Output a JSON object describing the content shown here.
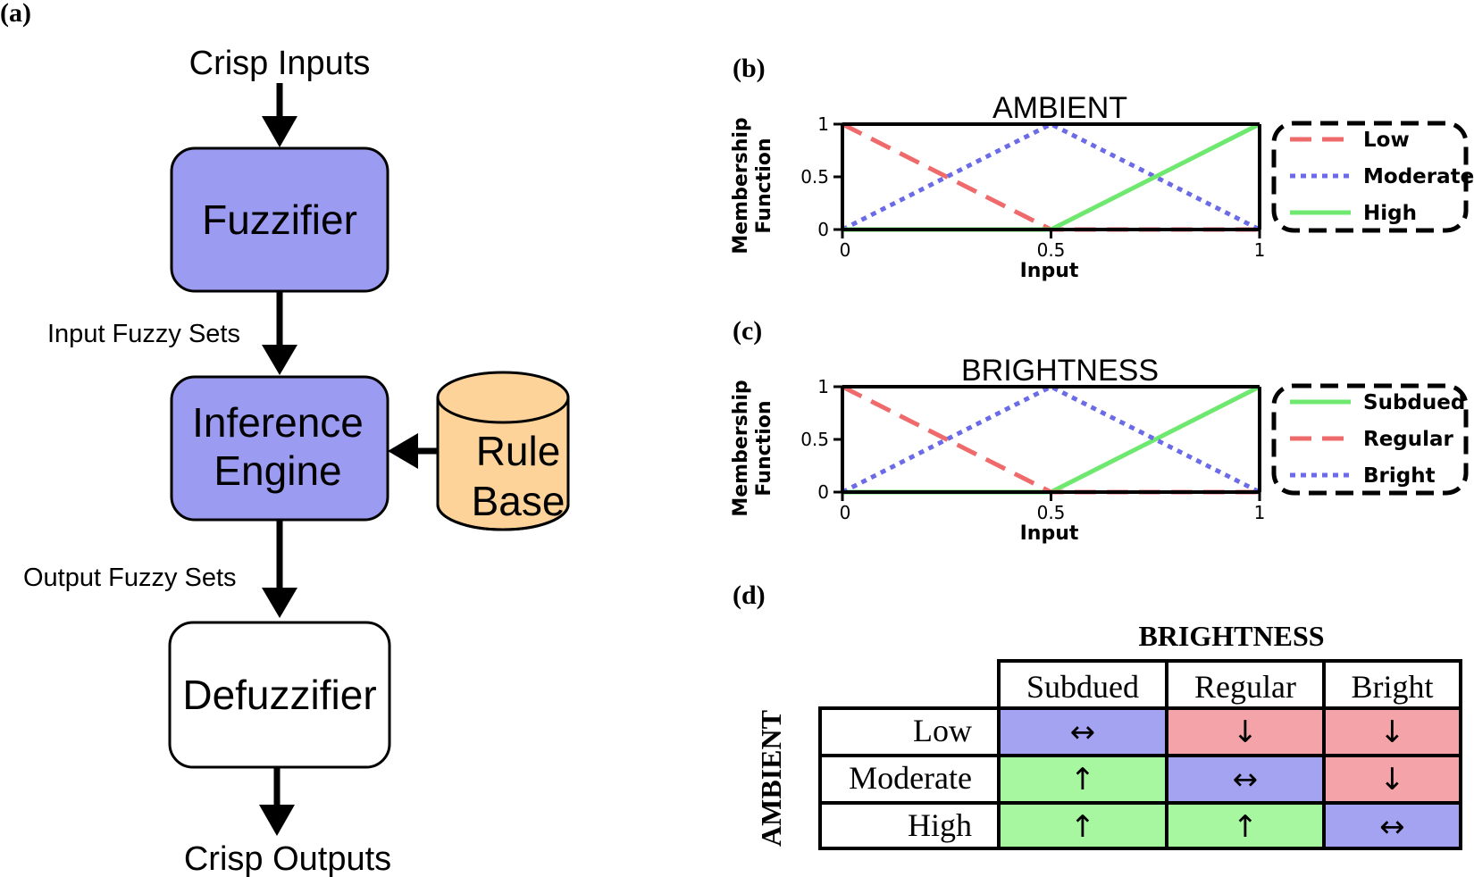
{
  "panels": {
    "a": "(a)",
    "b": "(b)",
    "c": "(c)",
    "d": "(d)"
  },
  "flow": {
    "crisp_inputs": "Crisp Inputs",
    "fuzzifier": "Fuzzifier",
    "input_fuzzy_sets": "Input Fuzzy Sets",
    "inference_line1": "Inference",
    "inference_line2": "Engine",
    "rule_base_line1": "Rule",
    "rule_base_line2": "Base",
    "output_fuzzy_sets": "Output Fuzzy Sets",
    "defuzzifier": "Defuzzifier",
    "crisp_outputs": "Crisp Outputs",
    "colors": {
      "process": "#9b9bf2",
      "rule_base": "#fdd39a",
      "output_box": "#ffffff"
    }
  },
  "chart_data": [
    {
      "type": "line",
      "title": "AMBIENT",
      "xlabel": "Input",
      "ylabel_line1": "Membership",
      "ylabel_line2": "Function",
      "xlim": [
        0,
        1
      ],
      "ylim": [
        0,
        1
      ],
      "xticks": [
        "0",
        "0.5",
        "1"
      ],
      "yticks": [
        "0",
        "0.5",
        "1"
      ],
      "legend_position": "right",
      "series": [
        {
          "name": "Low",
          "style": "dashed",
          "color": "#ef6a6a",
          "x": [
            0,
            0.5,
            1
          ],
          "y": [
            1,
            0,
            0
          ]
        },
        {
          "name": "Moderate",
          "style": "dotted",
          "color": "#6b6be8",
          "x": [
            0,
            0.5,
            1
          ],
          "y": [
            0,
            1,
            0
          ]
        },
        {
          "name": "High",
          "style": "solid",
          "color": "#6fe86f",
          "x": [
            0,
            0.5,
            1
          ],
          "y": [
            0,
            0,
            1
          ]
        }
      ]
    },
    {
      "type": "line",
      "title": "BRIGHTNESS",
      "xlabel": "Input",
      "ylabel_line1": "Membership",
      "ylabel_line2": "Function",
      "xlim": [
        0,
        1
      ],
      "ylim": [
        0,
        1
      ],
      "xticks": [
        "0",
        "0.5",
        "1"
      ],
      "yticks": [
        "0",
        "0.5",
        "1"
      ],
      "legend_position": "right",
      "series": [
        {
          "name": "Subdued",
          "style": "solid",
          "color": "#6fe86f",
          "x": [
            0,
            0.5,
            1
          ],
          "y": [
            0,
            0,
            1
          ]
        },
        {
          "name": "Regular",
          "style": "dashed",
          "color": "#ef6a6a",
          "x": [
            0,
            0.5,
            1
          ],
          "y": [
            1,
            0,
            0
          ]
        },
        {
          "name": "Bright",
          "style": "dotted",
          "color": "#6b6be8",
          "x": [
            0,
            0.5,
            1
          ],
          "y": [
            0,
            1,
            0
          ]
        }
      ]
    }
  ],
  "rule_table": {
    "col_title": "BRIGHTNESS",
    "row_title": "AMBIENT",
    "columns": [
      "Subdued",
      "Regular",
      "Bright"
    ],
    "rows": [
      {
        "label": "Low",
        "cells": [
          {
            "symbol": "↔",
            "color": "#a3a3f2"
          },
          {
            "symbol": "↓",
            "color": "#f4a3a8"
          },
          {
            "symbol": "↓",
            "color": "#f4a3a8"
          }
        ]
      },
      {
        "label": "Moderate",
        "cells": [
          {
            "symbol": "↑",
            "color": "#a6f7a0"
          },
          {
            "symbol": "↔",
            "color": "#a3a3f2"
          },
          {
            "symbol": "↓",
            "color": "#f4a3a8"
          }
        ]
      },
      {
        "label": "High",
        "cells": [
          {
            "symbol": "↑",
            "color": "#a6f7a0"
          },
          {
            "symbol": "↑",
            "color": "#a6f7a0"
          },
          {
            "symbol": "↔",
            "color": "#a3a3f2"
          }
        ]
      }
    ]
  }
}
